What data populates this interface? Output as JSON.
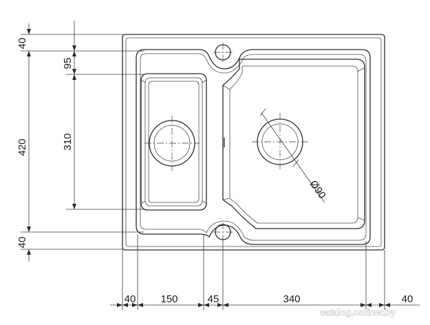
{
  "dimensions": {
    "vertical": {
      "top_margin": "40",
      "small_bowl_offset": "95",
      "total_depth": "420",
      "small_bowl_depth": "310",
      "bottom_margin": "40"
    },
    "horizontal": {
      "left_margin": "40",
      "small_bowl_width": "150",
      "gap": "45",
      "large_bowl_width": "340",
      "right_margin": "40"
    },
    "drain_diameter": "Ø90"
  },
  "watermark": "catalog.onliner.by",
  "colors": {
    "line": "#2a2a2a",
    "text": "#1a1a1a"
  }
}
